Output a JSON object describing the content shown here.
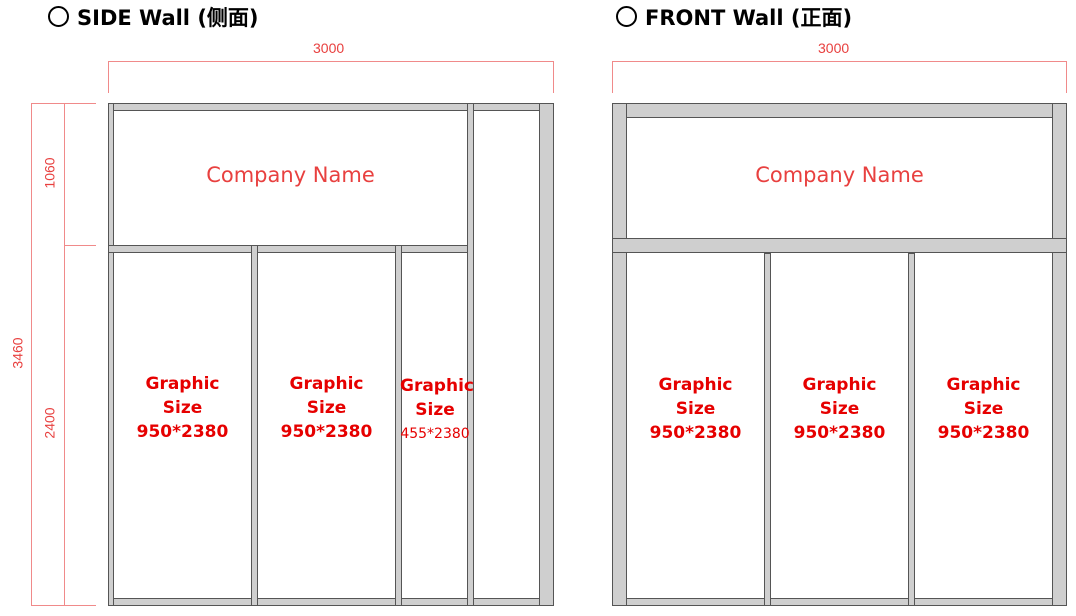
{
  "side_wall": {
    "title": "SIDE Wall (侧面)",
    "width_label": "3000",
    "total_height_label": "3460",
    "top_height_label": "1060",
    "bottom_height_label": "2400",
    "company_label": "Company Name",
    "panels": [
      {
        "line1": "Graphic",
        "line2": "Size",
        "line3": "950*2380"
      },
      {
        "line1": "Graphic",
        "line2": "Size",
        "line3": "950*2380"
      },
      {
        "line1": "Graphic",
        "line2": "Size",
        "line3": "455*2380"
      }
    ]
  },
  "front_wall": {
    "title": "FRONT Wall (正面)",
    "width_label": "3000",
    "company_label": "Company Name",
    "panels": [
      {
        "line1": "Graphic",
        "line2": "Size",
        "line3": "950*2380"
      },
      {
        "line1": "Graphic",
        "line2": "Size",
        "line3": "950*2380"
      },
      {
        "line1": "Graphic",
        "line2": "Size",
        "line3": "950*2380"
      }
    ]
  },
  "colors": {
    "dimension": "#e8403f",
    "graphic_text": "#e60000",
    "frame": "#cfcfcf",
    "frame_outline": "#555555"
  },
  "icons": {
    "title_bullet": "circle-outline-icon"
  }
}
